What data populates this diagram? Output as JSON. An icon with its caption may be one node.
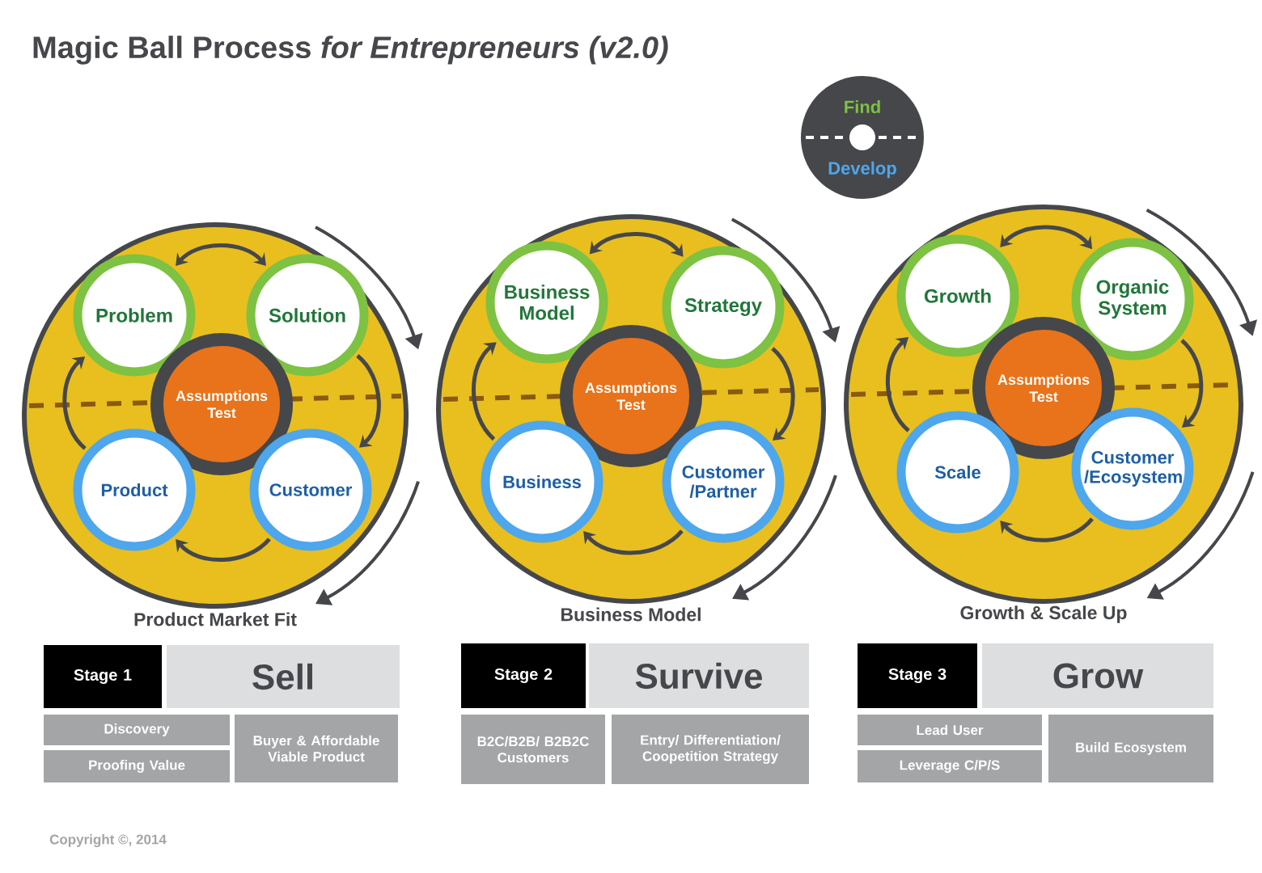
{
  "diagram": {
    "title": "Magic Ball Process *for Entrepreneurs  (v2.0)*",
    "nodes": [
      {
        "text": [
          "Product Market Fit"
        ]
      },
      {
        "text": [
          "Problem"
        ],
        "in": 0
      },
      {
        "text": [
          "Solution"
        ],
        "in": 0
      },
      {
        "text": [
          "Assumptions Test"
        ],
        "in": 0
      },
      {
        "text": [
          "Product"
        ],
        "in": 0
      },
      {
        "text": [
          "Customer"
        ],
        "in": 0
      },
      {
        "text": [
          "Business Model"
        ]
      },
      {
        "text": [
          "Business Model"
        ],
        "in": 6
      },
      {
        "text": [
          "Strategy"
        ],
        "in": 6
      },
      {
        "text": [
          "Assumptions Test"
        ],
        "in": 6
      },
      {
        "text": [
          "Business"
        ],
        "in": 6
      },
      {
        "text": [
          "Customer /Partner"
        ],
        "in": 6
      },
      {
        "text": [
          "Growth & Scale Up"
        ]
      },
      {
        "text": [
          "Growth"
        ],
        "in": 12
      },
      {
        "text": [
          "Organic System"
        ],
        "in": 12
      },
      {
        "text": [
          "Assumptions Test"
        ],
        "in": 12
      },
      {
        "text": [
          "Scale"
        ],
        "in": 12
      },
      {
        "text": [
          "Customer /Ecosystem"
        ],
        "in": 12
      },
      {
        "text": [
          "Find",
          "Develop"
        ]
      }
    ],
    "edges": [
      {
        "from": 1,
        "to": 2,
        "arrow": "both"
      },
      {
        "from": 2,
        "to": 5,
        "arrow": "to"
      },
      {
        "from": 5,
        "to": 4,
        "arrow": "to"
      },
      {
        "from": 4,
        "to": 1,
        "arrow": "to"
      },
      {
        "from": 7,
        "to": 8,
        "arrow": "both"
      },
      {
        "from": 8,
        "to": 11,
        "arrow": "to"
      },
      {
        "from": 11,
        "to": 10,
        "arrow": "to"
      },
      {
        "from": 10,
        "to": 7,
        "arrow": "to"
      },
      {
        "from": 13,
        "to": 14,
        "arrow": "both"
      },
      {
        "from": 14,
        "to": 17,
        "arrow": "to"
      },
      {
        "from": 17,
        "to": 16,
        "arrow": "to"
      },
      {
        "from": 16,
        "to": 13,
        "arrow": "to"
      }
    ],
    "labels": [
      "Stage 1",
      "Sell",
      "Discovery",
      "Proofing Value",
      "Buyer & Affordable Viable Product",
      "Stage 2",
      "Survive",
      "B2C/B2B/ B2B2C Customers",
      "Entry/ Differentiation/ Coopetition Strategy",
      "Stage 3",
      "Grow",
      "Lead User",
      "Leverage C/P/S",
      "Build Ecosystem",
      "Copyright ©, 2014"
    ]
  }
}
